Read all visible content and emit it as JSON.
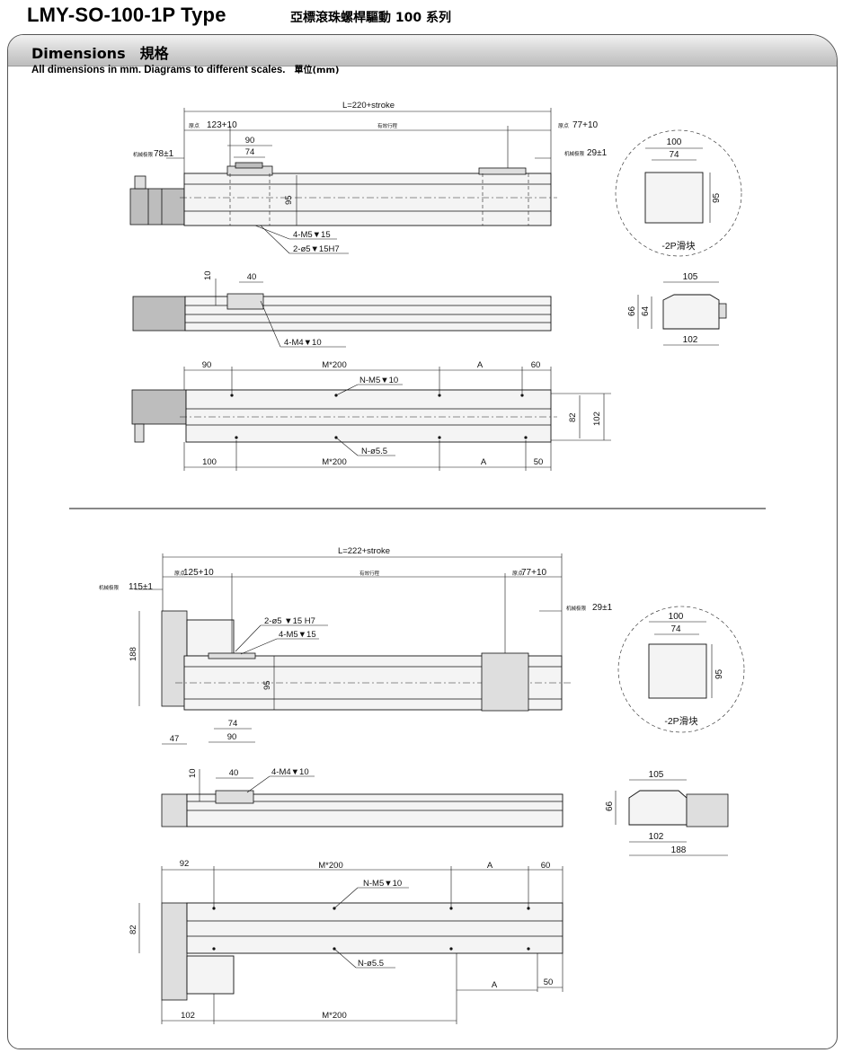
{
  "header": {
    "title": "LMY-SO-100-1P Type",
    "subtitle": "亞標滾珠螺桿驅動 100 系列"
  },
  "section": {
    "title": "Dimensions　規格",
    "note": "All dimensions in mm. Diagrams to different scales.",
    "unit_note": "單位(mm)"
  },
  "drawing1": {
    "side": {
      "total": "L=220+stroke",
      "left_end": "123+10",
      "left_end_prefix": "原点",
      "mid_label": "有效行程",
      "right_end": "77+10",
      "right_end_prefix": "原点",
      "motor_offset": "78±1",
      "motor_offset_prefix": "机械极限",
      "right_offset": "29±1",
      "right_offset_prefix": "机械极限",
      "slider_w": "90",
      "slider_inner": "74",
      "height": "95",
      "note1": "4-M5▼15",
      "note2": "2-ø5▼15H7"
    },
    "circle": {
      "w": "100",
      "inner": "74",
      "h": "95",
      "label": "-2P滑块"
    },
    "front": {
      "d10": "10",
      "d40": "40",
      "note": "4-M4▼10"
    },
    "end": {
      "w105": "105",
      "h66": "66",
      "h64": "64",
      "w102": "102"
    },
    "top": {
      "d90": "90",
      "m200": "M*200",
      "a": "A",
      "d60": "60",
      "nm5": "N-M5▼10",
      "d82": "82",
      "d102": "102",
      "n55": "N-ø5.5",
      "d100": "100",
      "m200b": "M*200",
      "ab": "A",
      "d50": "50"
    }
  },
  "drawing2": {
    "side": {
      "total": "L=222+stroke",
      "left_end": "125+10",
      "left_end_prefix": "原点",
      "mid_label": "有效行程",
      "right_end": "77+10",
      "right_end_prefix": "原点",
      "motor_offset": "115±1",
      "motor_offset_prefix": "机械极限",
      "right_offset": "29±1",
      "right_offset_prefix": "机械极限",
      "note1": "2-ø5 ▼15 H7",
      "note2": "4-M5▼15",
      "h188": "188",
      "h95": "95",
      "d74": "74",
      "d90": "90",
      "d47": "47"
    },
    "circle": {
      "w": "100",
      "inner": "74",
      "h": "95",
      "label": "-2P滑块"
    },
    "front": {
      "d10": "10",
      "d40": "40",
      "note": "4-M4▼10"
    },
    "end": {
      "w105": "105",
      "h66": "66",
      "w102": "102",
      "w188": "188"
    },
    "top": {
      "d92": "92",
      "m200": "M*200",
      "a": "A",
      "d60": "60",
      "nm5": "N-M5▼10",
      "d82": "82",
      "n55": "N-ø5.5",
      "ab": "A",
      "d50": "50",
      "d102": "102",
      "m200b": "M*200"
    }
  }
}
